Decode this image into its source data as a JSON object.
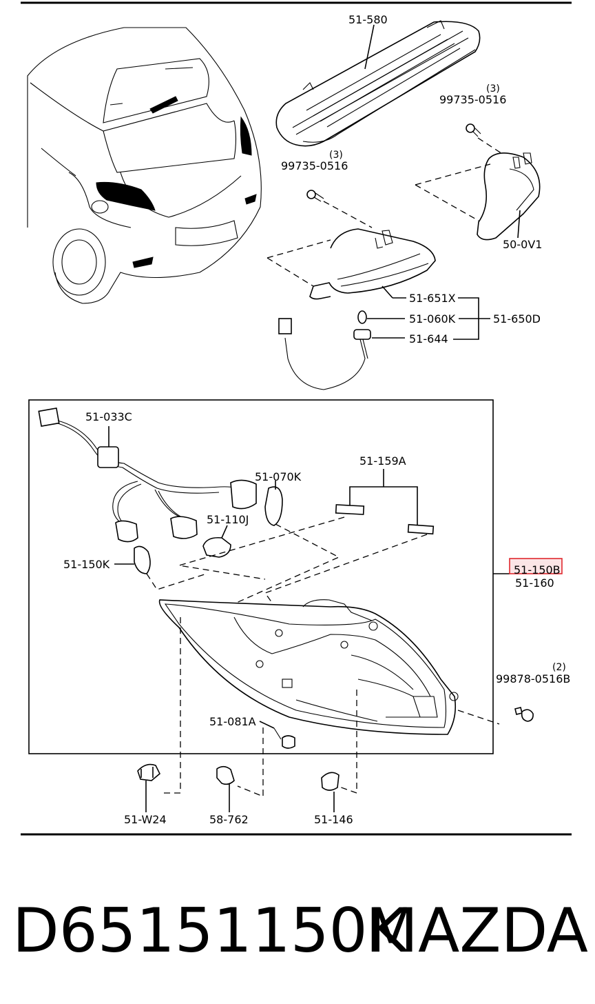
{
  "labels": {
    "p51_580": "51-580",
    "p99735_top_qty": "(3)",
    "p99735_top": "99735-0516",
    "p99735_mid_qty": "(3)",
    "p99735_mid": "99735-0516",
    "p50_0v1": "50-0V1",
    "p51_651x": "51-651X",
    "p51_060k": "51-060K",
    "p51_650d": "51-650D",
    "p51_644": "51-644",
    "p51_033c": "51-033C",
    "p51_070k": "51-070K",
    "p51_159a": "51-159A",
    "p51_110j": "51-110J",
    "p51_150k": "51-150K",
    "p51_150b": "51-150B",
    "p51_160": "51-160",
    "p99878_qty": "(2)",
    "p99878": "99878-0516B",
    "p51_081a": "51-081A",
    "p51_w24": "51-W24",
    "p58_762": "58-762",
    "p51_146": "51-146"
  },
  "highlight": {
    "label": "51-150B",
    "color": "#e0282e"
  },
  "caption": {
    "part_number": "D65151150K",
    "brand": "MAZDA"
  }
}
